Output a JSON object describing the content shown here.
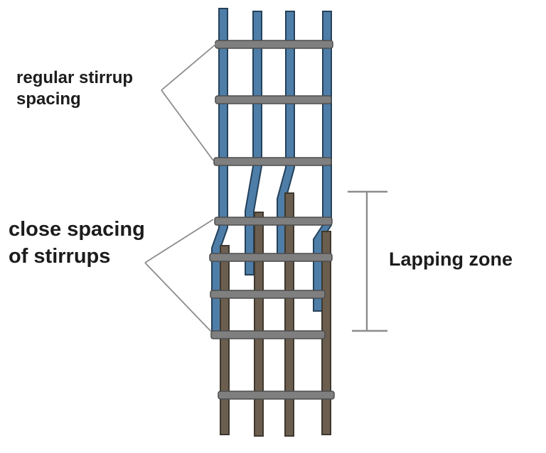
{
  "title": "Column reinforcement lapping zone diagram",
  "labels": {
    "regular_spacing": "regular stirrup\nspacing",
    "close_spacing": "close spacing\nof stirrups",
    "lapping_zone": "Lapping zone"
  },
  "structure": {
    "upper_column_bars": 4,
    "lower_column_bars": 4,
    "stirrups": 8
  },
  "colors": {
    "upper_bar_blue": "#4E7EA8",
    "upper_bar_edge": "#24415A",
    "lower_bar_brown": "#6B5E4F",
    "lower_bar_edge": "#3E382F",
    "stirrup_gray": "#7F7F7F",
    "stirrup_edge": "#4D4D4D",
    "annotation_line": "#8C8C8C",
    "text": "#1C1C1C",
    "background": "#FFFFFF"
  }
}
